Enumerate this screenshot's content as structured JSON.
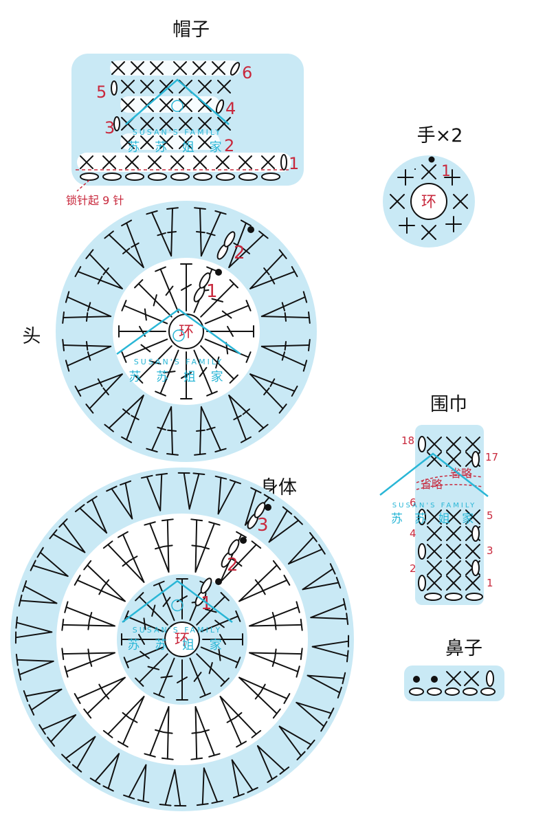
{
  "colors": {
    "band": "#c9e9f5",
    "ink": "#111111",
    "round_number": "#c8283c",
    "watermark": "#29b6d6"
  },
  "hat": {
    "title": "帽子",
    "start_note": "锁针起 9 针",
    "rounds": [
      "1",
      "2",
      "3",
      "4",
      "5",
      "6"
    ]
  },
  "hand": {
    "title": "手×2",
    "ring": "环",
    "rounds": [
      "1"
    ]
  },
  "head": {
    "title": "头",
    "ring": "环",
    "rounds": [
      "1",
      "2"
    ]
  },
  "scarf": {
    "title": "围巾",
    "omitted": "省略",
    "rounds": [
      "1",
      "2",
      "3",
      "4",
      "5",
      "6",
      "17",
      "18"
    ]
  },
  "body": {
    "title": "身体",
    "ring": "环",
    "rounds": [
      "1",
      "2",
      "3"
    ]
  },
  "nose": {
    "title": "鼻子"
  },
  "watermark": {
    "latin": "SUSAN'S FAMILY",
    "chinese": [
      "苏",
      "苏",
      "姐",
      "家"
    ]
  },
  "icons": [
    "crochet-single-crochet-x",
    "crochet-chain-oval",
    "crochet-slip-stitch-dot",
    "crochet-half-double-t",
    "crochet-double-tick",
    "crochet-increase-v"
  ]
}
